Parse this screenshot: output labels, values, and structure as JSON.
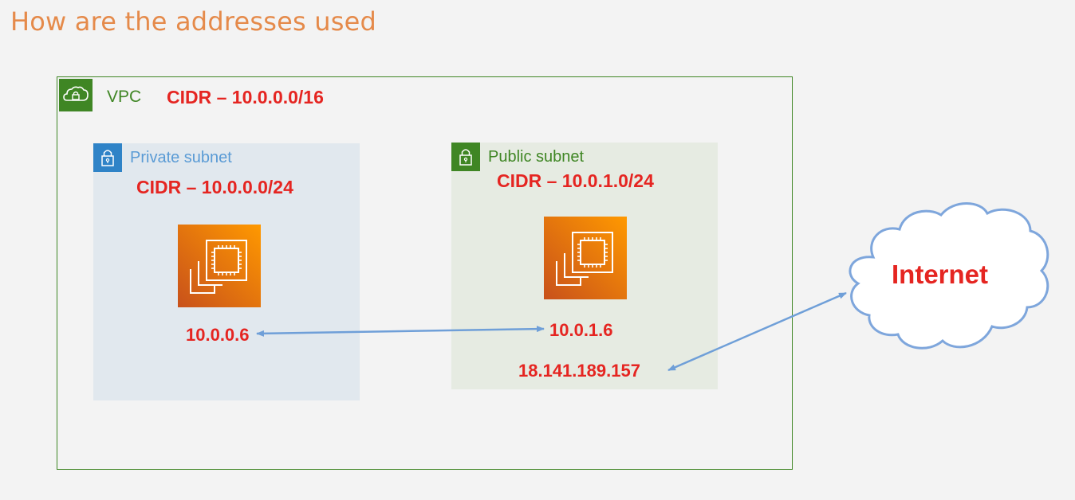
{
  "title": "How are the addresses used",
  "vpc": {
    "label": "VPC",
    "cidr": "CIDR – 10.0.0.0/16",
    "icon": "cloud-lock-icon",
    "color": "#3f8624"
  },
  "private_subnet": {
    "label": "Private subnet",
    "cidr": "CIDR – 10.0.0.0/24",
    "icon": "lock-icon",
    "instance_icon": "ec2-instance-icon",
    "ip": "10.0.0.6",
    "color": "#2f83c7"
  },
  "public_subnet": {
    "label": "Public subnet",
    "cidr": "CIDR – 10.0.1.0/24",
    "icon": "lock-icon",
    "instance_icon": "ec2-instance-icon",
    "private_ip": "10.0.1.6",
    "public_ip": "18.141.189.157",
    "color": "#3f8624"
  },
  "internet": {
    "label": "Internet",
    "icon": "cloud-icon"
  },
  "colors": {
    "title": "#e58a4a",
    "address_text": "#e52521",
    "arrow": "#6f9fd8"
  }
}
